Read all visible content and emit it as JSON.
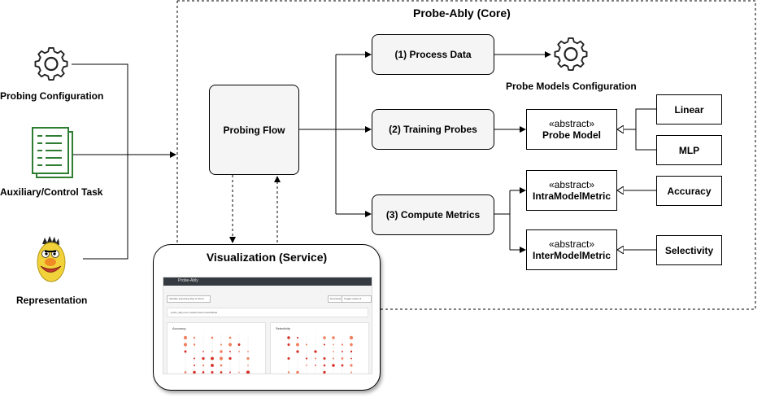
{
  "core": {
    "title": "Probe-Ably (Core)"
  },
  "inputs": {
    "probing_configuration": "Probing Configuration",
    "auxiliary_task": "Auxiliary/Control Task",
    "representation": "Representation"
  },
  "flow": {
    "probing_flow": "Probing Flow",
    "process_data": "(1) Process Data",
    "training_probes": "(2) Training Probes",
    "compute_metrics": "(3) Compute Metrics",
    "probe_models_configuration": "Probe Models Configuration"
  },
  "classes": {
    "abstract_tag": "«abstract»",
    "probe_model": "Probe Model",
    "intra_model_metric": "IntraModelMetric",
    "inter_model_metric": "InterModelMetric",
    "linear": "Linear",
    "mlp": "MLP",
    "accuracy": "Accuracy",
    "selectivity": "Selectivity"
  },
  "visualization": {
    "title": "Visualization (Service)",
    "app_title": "Probe-Ably",
    "task_select": "Variable assessing Dep & Struct",
    "download_btn": "Download",
    "toggle_btn": "Toggle Labels & Legend",
    "path_text": "probe_ably.core.models.linear.LinearModel",
    "accuracy_panel": "Accuracy",
    "selectivity_panel": "Selectivity"
  }
}
